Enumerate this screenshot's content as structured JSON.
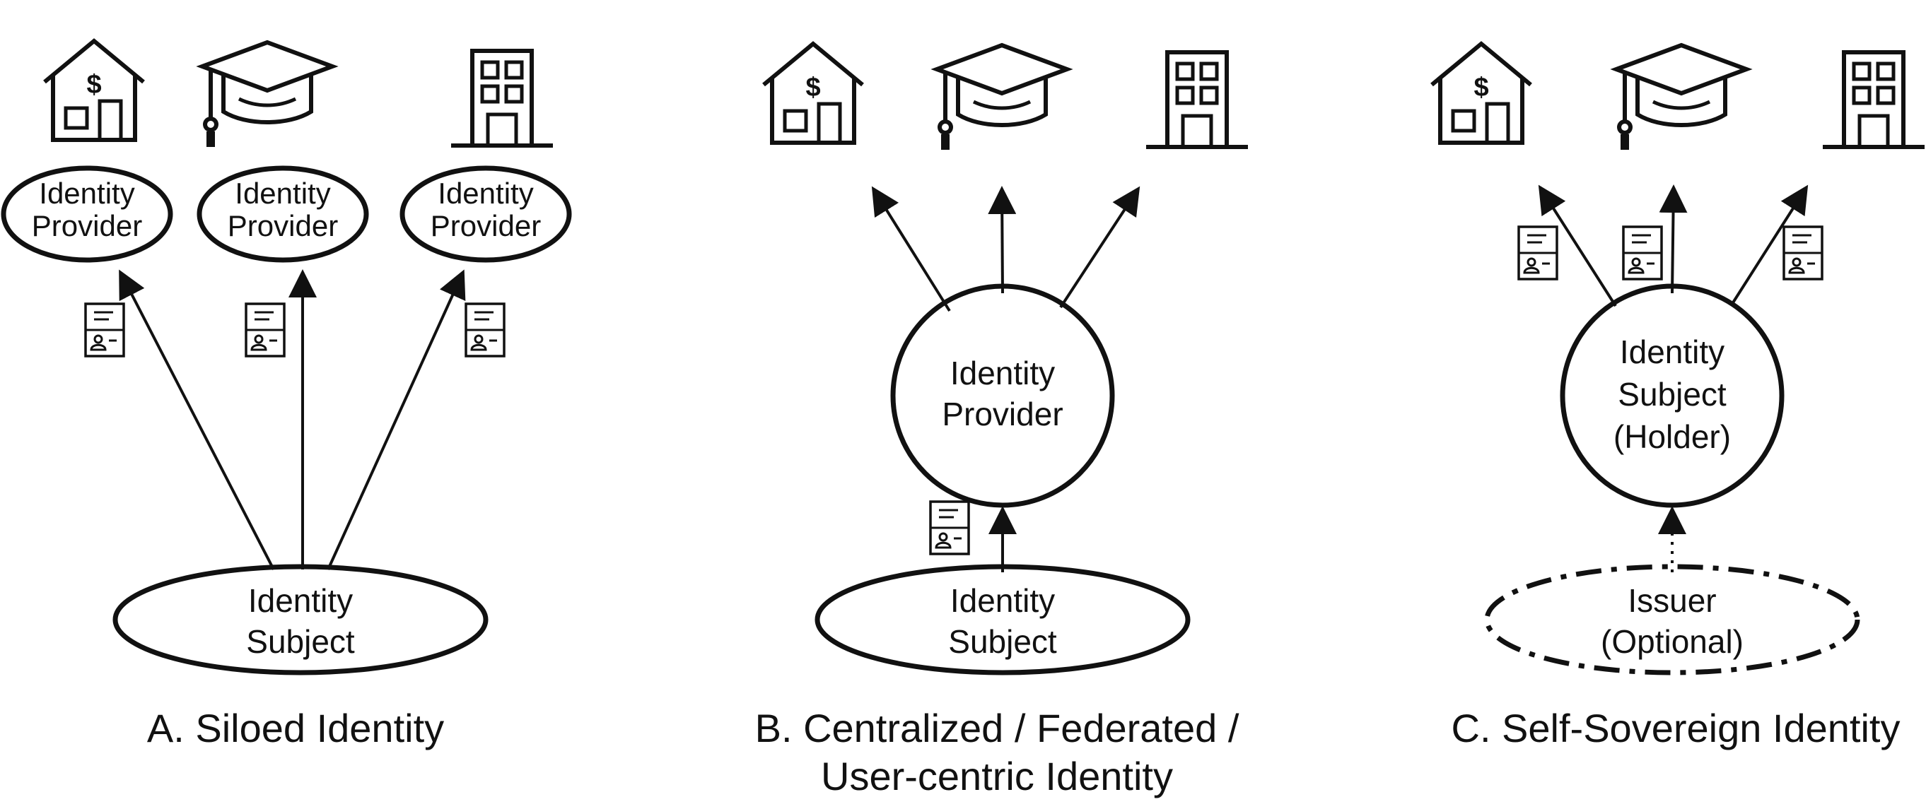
{
  "panels": {
    "a": {
      "caption": "A. Siloed Identity",
      "providers": [
        {
          "line1": "Identity",
          "line2": "Provider"
        },
        {
          "line1": "Identity",
          "line2": "Provider"
        },
        {
          "line1": "Identity",
          "line2": "Provider"
        }
      ],
      "subject": {
        "line1": "Identity",
        "line2": "Subject"
      }
    },
    "b": {
      "caption_line1": "B. Centralized / Federated /",
      "caption_line2": "User-centric Identity",
      "provider": {
        "line1": "Identity",
        "line2": "Provider"
      },
      "subject": {
        "line1": "Identity",
        "line2": "Subject"
      }
    },
    "c": {
      "caption": "C. Self-Sovereign Identity",
      "holder": {
        "line1": "Identity",
        "line2": "Subject",
        "line3": "(Holder)"
      },
      "issuer": {
        "line1": "Issuer",
        "line2": "(Optional)"
      }
    }
  },
  "icons": [
    "bank-house-icon",
    "graduation-cap-icon",
    "office-building-icon",
    "credential-card-icon"
  ],
  "colors": {
    "ink": "#111111",
    "background": "#ffffff"
  }
}
